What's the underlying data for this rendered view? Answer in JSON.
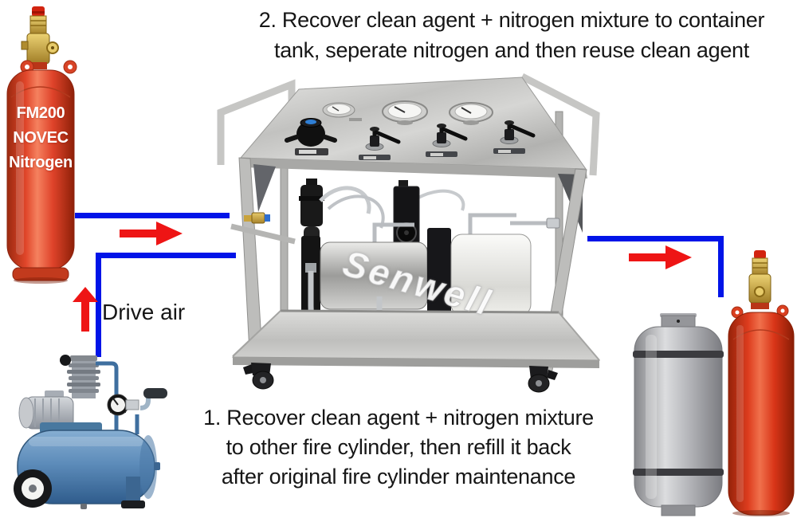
{
  "annotations": {
    "step2": {
      "lines": [
        "2. Recover clean agent + nitrogen mixture to container",
        "tank, seperate nitrogen and then reuse clean agent"
      ]
    },
    "step1": {
      "lines": [
        "1. Recover clean agent + nitrogen mixture",
        "to other fire cylinder, then refill it back",
        "after original fire cylinder maintenance"
      ]
    },
    "drive_air_label": "Drive air"
  },
  "equipment": {
    "source_cylinder": {
      "label_lines": [
        "FM200",
        "NOVEC",
        "Nitrogen"
      ]
    },
    "recovery_machine": {
      "watermark": "Senwell",
      "gauge_count": 3
    },
    "flow_arrows": [
      "right",
      "up",
      "right"
    ]
  },
  "colors": {
    "flow_line": "#0014e8",
    "arrow": "#ee1515",
    "source_cylinder_red": "#e0462a",
    "target_cylinder_red": "#dd3c1e",
    "compressor_blue": "#5d8cba",
    "container_tank_gray": "#bcbdc1",
    "machine_steel": "#c6c6c4"
  }
}
